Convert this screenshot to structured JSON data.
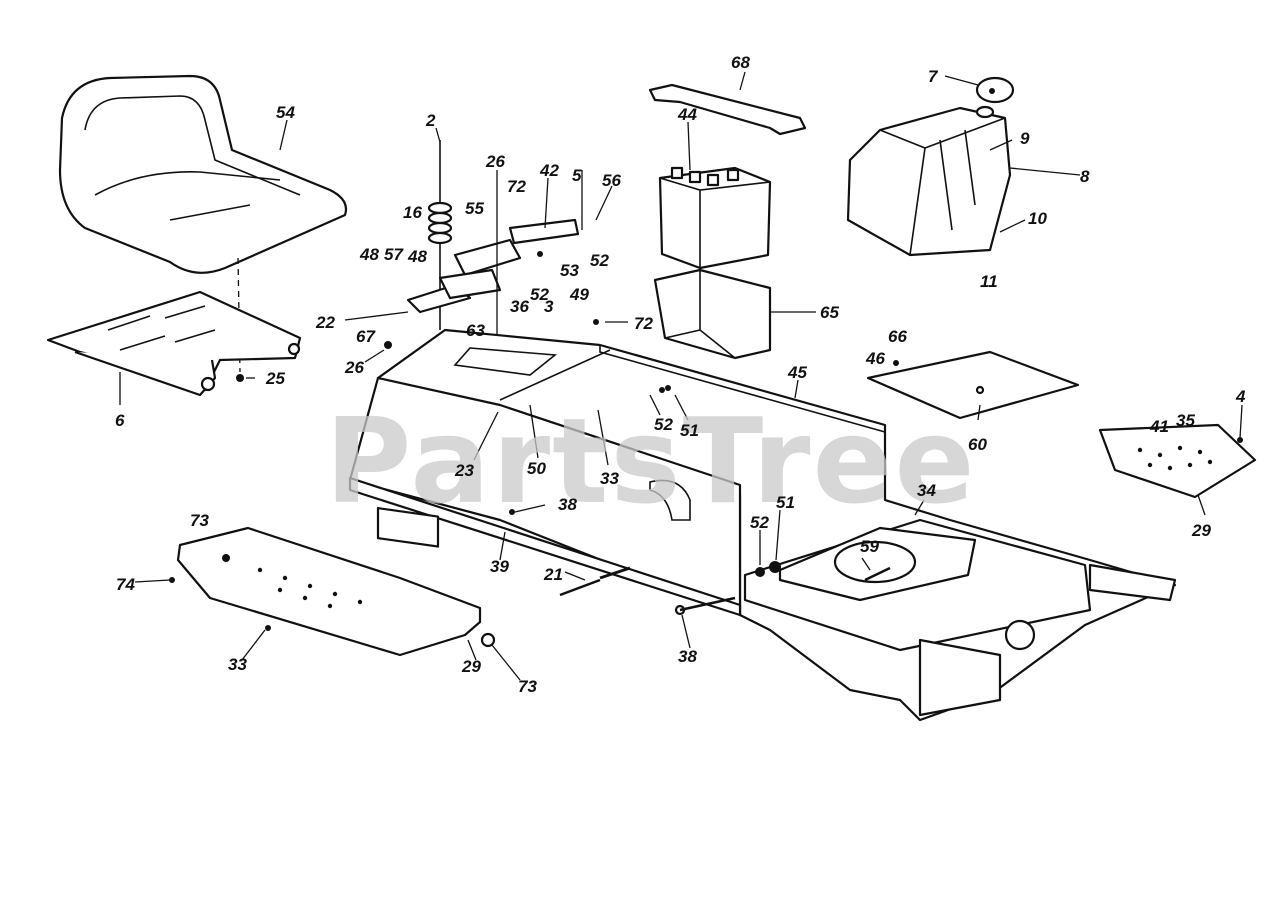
{
  "watermark": "PartsTree",
  "callouts": {
    "c54": "54",
    "c2": "2",
    "c26a": "26",
    "c72a": "72",
    "c42": "42",
    "c5": "5",
    "c56": "56",
    "c16": "16",
    "c55": "55",
    "c53": "53",
    "c52a": "52",
    "c48a": "48",
    "c57": "57",
    "c48b": "48",
    "c52b": "52",
    "c36": "36",
    "c49": "49",
    "c22": "22",
    "c3": "3",
    "c63": "63",
    "c72b": "72",
    "c67": "67",
    "c26b": "26",
    "c25": "25",
    "c6": "6",
    "c68": "68",
    "c44": "44",
    "c7": "7",
    "c9": "9",
    "c8": "8",
    "c10": "10",
    "c11": "11",
    "c65": "65",
    "c66": "66",
    "c46": "46",
    "c45": "45",
    "c52c": "52",
    "c51a": "51",
    "c60": "60",
    "c4": "4",
    "c41": "41",
    "c35": "35",
    "c23": "23",
    "c50": "50",
    "c33a": "33",
    "c34": "34",
    "c29a": "29",
    "c38a": "38",
    "c73a": "73",
    "c52d": "52",
    "c51b": "51",
    "c59": "59",
    "c74": "74",
    "c39": "39",
    "c21": "21",
    "c33b": "33",
    "c29b": "29",
    "c73b": "73",
    "c38b": "38"
  }
}
